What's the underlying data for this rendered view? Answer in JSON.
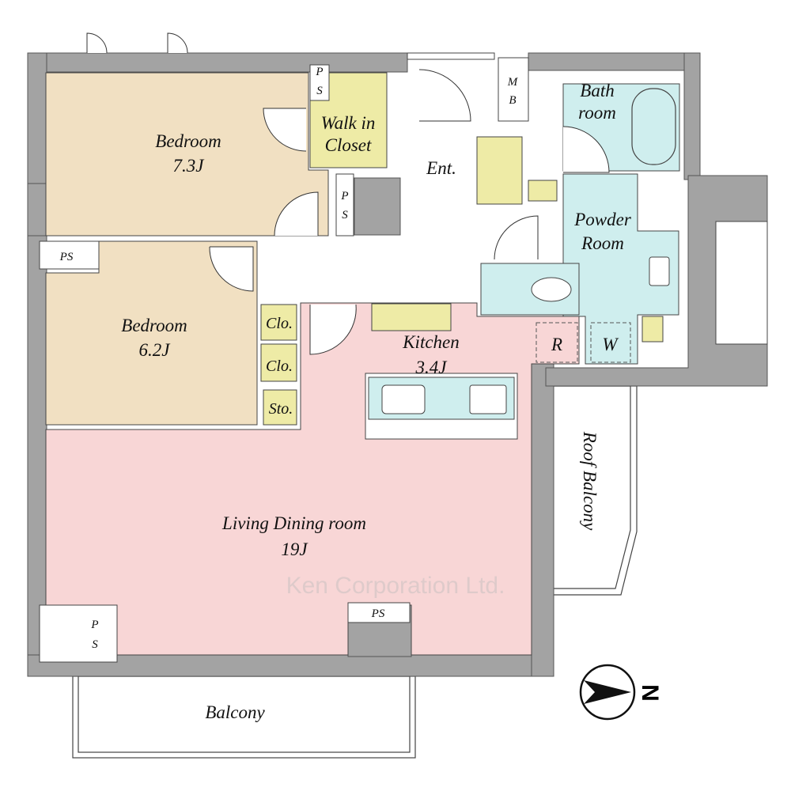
{
  "rooms": {
    "bedroom1": {
      "name": "Bedroom",
      "size": "7.3J"
    },
    "bedroom2": {
      "name": "Bedroom",
      "size": "6.2J"
    },
    "walk_in_closet": {
      "line1": "Walk in",
      "line2": "Closet"
    },
    "entrance": "Ent.",
    "bath": {
      "line1": "Bath",
      "line2": "room"
    },
    "powder": {
      "line1": "Powder",
      "line2": "Room"
    },
    "kitchen": {
      "name": "Kitchen",
      "size": "3.4J"
    },
    "living": {
      "name": "Living Dining room",
      "size": "19J"
    },
    "balcony": "Balcony",
    "roof_balcony": "Roof Balcony"
  },
  "fixtures": {
    "ps": "PS",
    "ps_p": "P",
    "ps_s": "S",
    "mb_m": "M",
    "mb_b": "B",
    "closet1": "Clo.",
    "closet2": "Clo.",
    "storage": "Sto.",
    "refrigerator": "R",
    "washer": "W"
  },
  "compass": {
    "label": "N"
  },
  "watermark": "Ken Corporation Ltd.",
  "colors": {
    "wall": "#a3a3a3",
    "bedroom": "#f1e0c2",
    "storage": "#eeeba6",
    "wet_area": "#cfeeee",
    "living": "#f8d6d6"
  }
}
